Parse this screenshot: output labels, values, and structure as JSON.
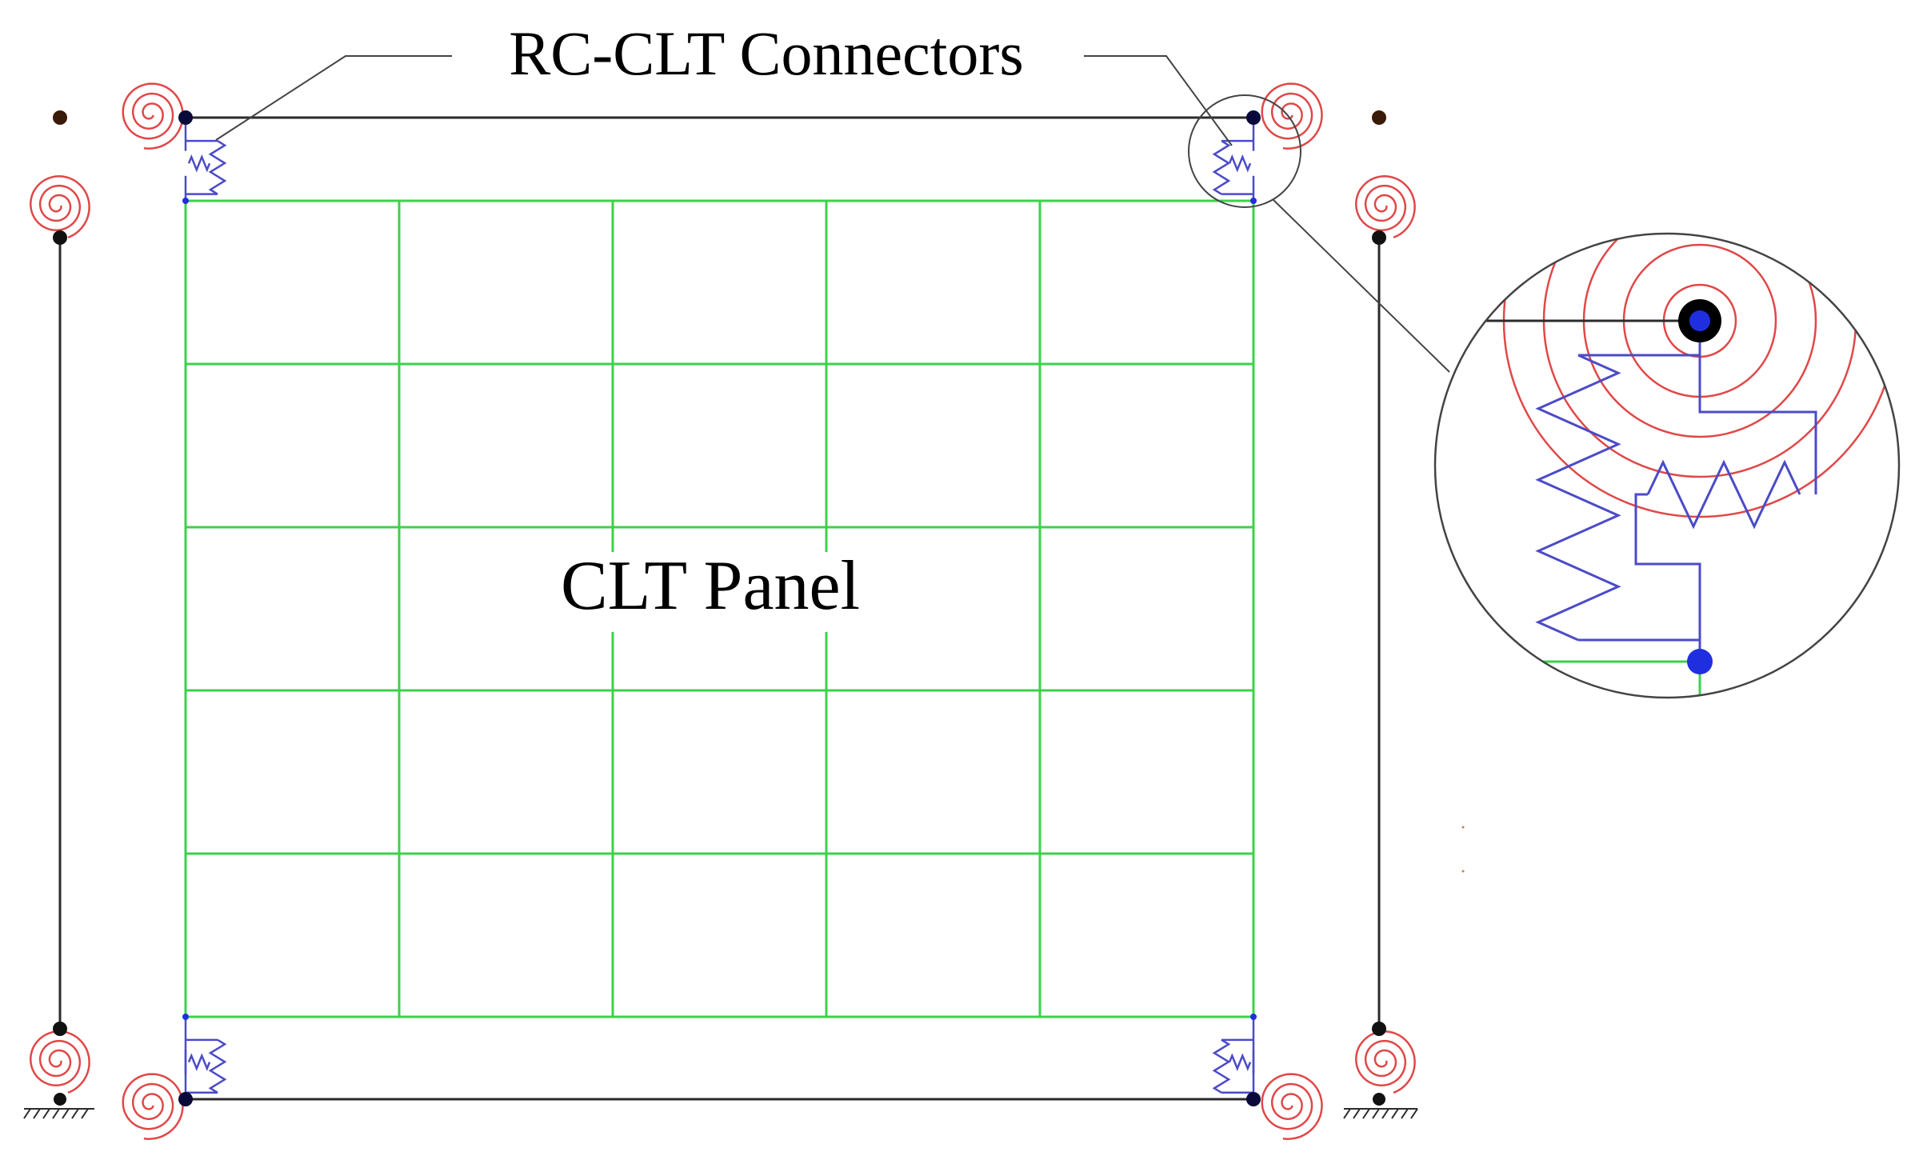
{
  "labels": {
    "connectors": "RC-CLT Connectors",
    "panel": "CLT Panel"
  },
  "colors": {
    "frame": "#2b2b2b",
    "mesh": "#3cd24a",
    "spring": "#4b4bc8",
    "rotational_spring": "#e04848",
    "node": "#0a0a3a",
    "node_blue": "#1f2fe0",
    "background": "#ffffff"
  },
  "mesh": {
    "columns": 5,
    "rows": 5
  }
}
